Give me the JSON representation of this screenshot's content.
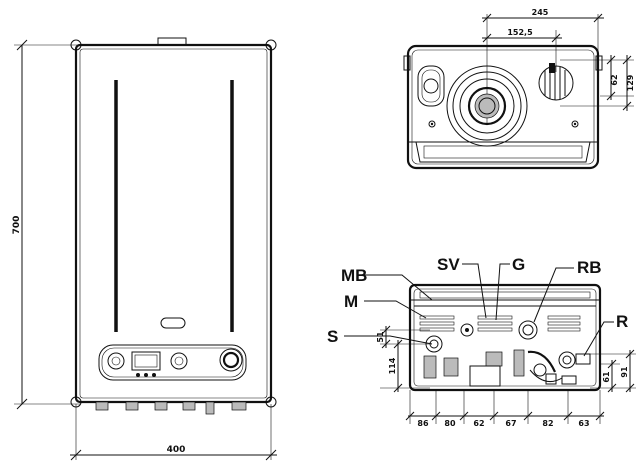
{
  "front_view": {
    "height_label": "700",
    "width_label": "400"
  },
  "top_view": {
    "dim_total": "245",
    "dim_center": "152,5",
    "dim_right_outer": "129",
    "dim_right_inner": "62"
  },
  "bottom_view": {
    "callouts": [
      "MB",
      "M",
      "S",
      "SV",
      "G",
      "RB",
      "R"
    ],
    "dim_left_upper": "51",
    "dim_left_lower": "114",
    "dim_right_inner": "61",
    "dim_right_outer": "91",
    "bottom_dims": [
      "86",
      "80",
      "62",
      "67",
      "82",
      "63"
    ]
  }
}
